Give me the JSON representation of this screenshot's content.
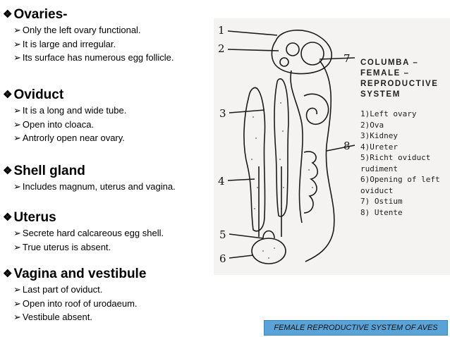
{
  "sections": [
    {
      "heading": "Ovaries-",
      "bullets": [
        "Only  the left ovary functional.",
        "It is large and irregular.",
        "Its surface has numerous egg follicle."
      ]
    },
    {
      "heading": "Oviduct",
      "bullets": [
        "It is a long and wide tube.",
        "Open into cloaca.",
        "Antrorly open near ovary."
      ]
    },
    {
      "heading": "Shell gland",
      "bullets": [
        "Includes  magnum, uterus and vagina."
      ]
    },
    {
      "heading": "Uterus",
      "bullets": [
        "Secrete hard calcareous egg shell.",
        "True uterus is absent."
      ]
    },
    {
      "heading": "Vagina and vestibule",
      "bullets": [
        "Last part of oviduct.",
        "Open into roof of urodaeum.",
        "Vestibule absent."
      ]
    }
  ],
  "symbols": {
    "diamond": "❖",
    "arrow": "➢"
  },
  "diagram": {
    "numbers": [
      "1",
      "2",
      "3",
      "4",
      "5",
      "6",
      "7",
      "8"
    ],
    "legend_title": [
      "COLUMBA –",
      "FEMALE –",
      "REPRODUCTIVE",
      "SYSTEM"
    ],
    "legend_items": [
      "1)Left ovary",
      "2)Ova",
      "3)Kidney",
      "4)Ureter",
      "5)Richt oviduct",
      "rudiment",
      "6)Opening of left",
      "oviduct",
      "7) Ostium",
      "8) Utente"
    ]
  },
  "caption": "FEMALE REPRODUCTIVE SYSTEM OF AVES",
  "colors": {
    "caption_bg": "#5aa3d6",
    "diagram_bg": "#f4f3f1"
  }
}
